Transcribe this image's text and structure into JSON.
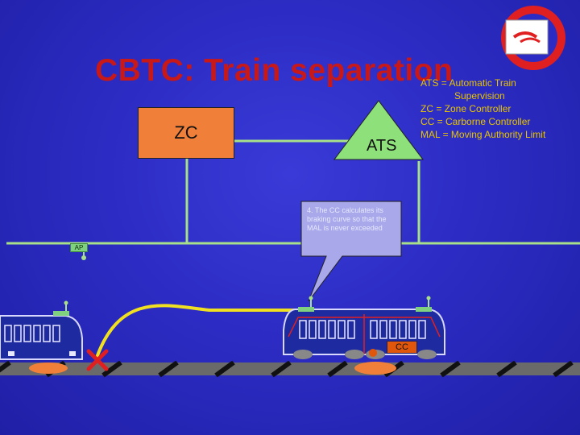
{
  "title": "CBTC: Train separation",
  "legend": {
    "line1": "ATS = Automatic Train",
    "line2": "Supervision",
    "line3": "ZC = Zone Controller",
    "line4": "CC = Carborne Controller",
    "line5": "MAL = Moving Authority Limit"
  },
  "nodes": {
    "zc": "ZC",
    "ats": "ATS",
    "ap": "AP",
    "cc": "CC"
  },
  "callout": "4. The CC calculates its braking curve so that the MAL is never exceeded",
  "colors": {
    "background": "#2c2cc4",
    "title": "#c81818",
    "legend_text": "#e8c400",
    "zc_box": "#f07f3a",
    "ats_triangle": "#8ee07a",
    "network_line": "#a8e08a",
    "braking_curve": "#f0e020",
    "stop_marker": "#e02020",
    "train_body": "#1e2aa0",
    "cc_box": "#e0560a",
    "logo_red": "#e02020"
  },
  "icons": {
    "logo": "metro-logo-icon",
    "stop": "x-mark-icon"
  }
}
